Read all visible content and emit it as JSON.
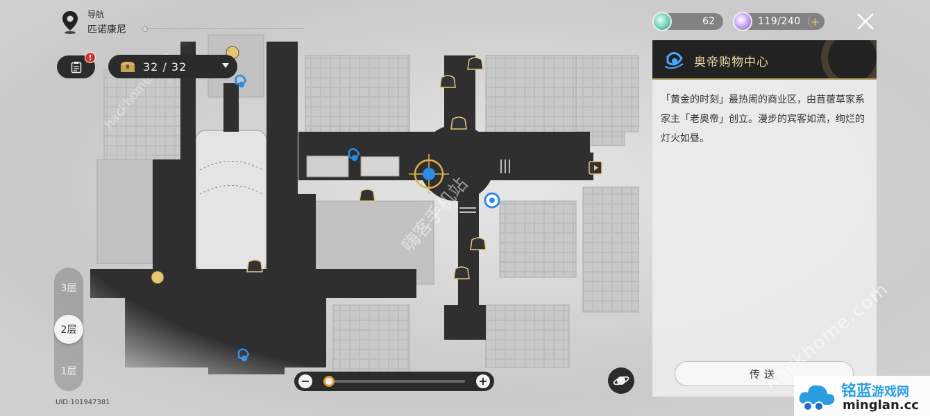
{
  "nav": {
    "title": "导航",
    "location": "匹诺康尼"
  },
  "quest": {
    "badge": "!"
  },
  "chest": {
    "count": "32 / 32"
  },
  "resources": {
    "trailblaze_power": "62",
    "reserve_power": "119/240",
    "plus": "+"
  },
  "floors": {
    "items": [
      "3层",
      "2层",
      "1层"
    ],
    "active": "2层"
  },
  "uid": "UID:101947381",
  "zoom": {
    "minus": "−",
    "plus": "+",
    "level_fraction": 0.0
  },
  "panel": {
    "title": "奥帝购物中心",
    "description": "「黄金的时刻」最热闹的商业区，由苜蓿草家系家主「老奥帝」创立。漫步的宾客如流，绚烂的灯火如昼。",
    "teleport_label": "传送"
  },
  "watermarks": {
    "diagonal": "hackhome.com",
    "center": "嗨客手机站",
    "left": "hackhome.com"
  },
  "logo": {
    "name_a": "铭蓝",
    "name_b": "游戏网",
    "domain": "minglan.cc"
  },
  "colors": {
    "road": "#2f2f2f",
    "accent_gold": "#d79a3d",
    "panel_header": "#222222",
    "teleport_blue": "#2a8be8"
  },
  "icons": {
    "warp": "space-anchor-icon",
    "bell": "bell-icon",
    "exit": "exit-door-icon",
    "player": "player-marker-icon"
  }
}
